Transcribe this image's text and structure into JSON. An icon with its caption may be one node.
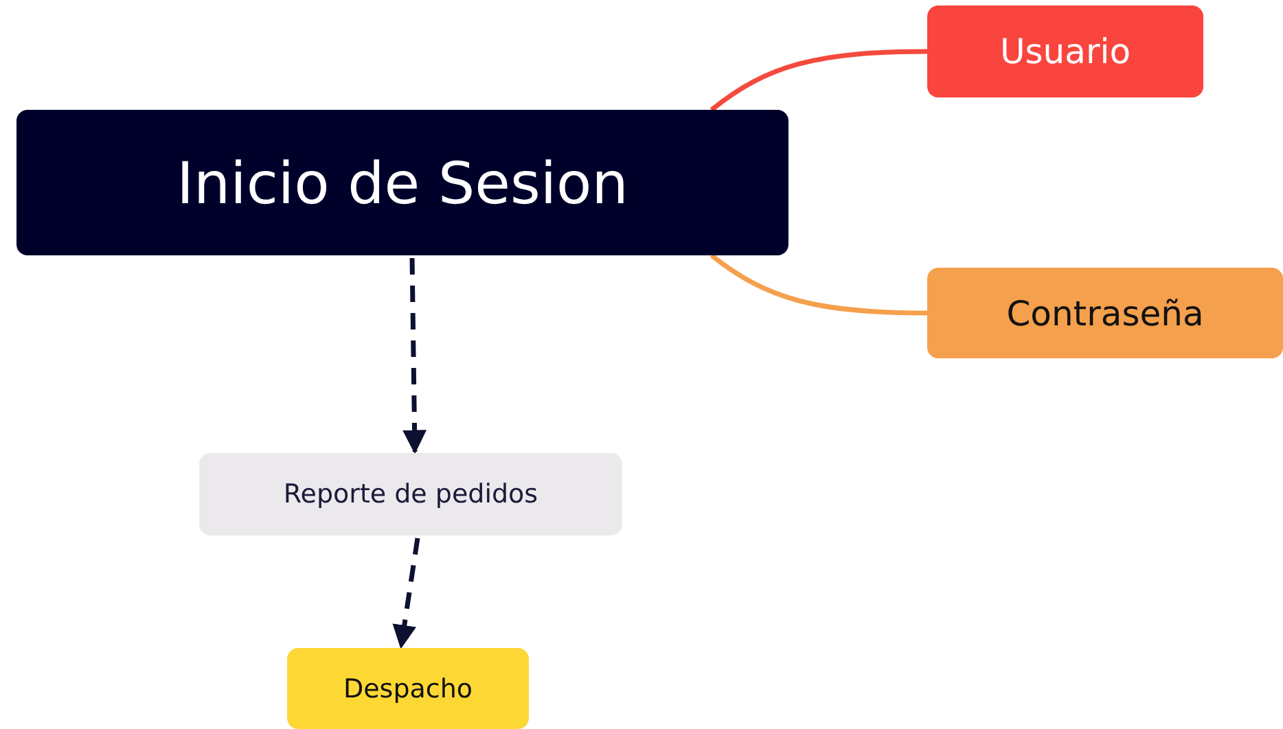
{
  "diagram": {
    "nodes": [
      {
        "text": [
          "Inicio de Sesion"
        ]
      },
      {
        "text": [
          "Usuario"
        ]
      },
      {
        "text": [
          "Contraseña"
        ]
      },
      {
        "text": [
          "Reporte de pedidos"
        ]
      },
      {
        "text": [
          "Despacho"
        ]
      }
    ],
    "edges": [
      {
        "from": 0,
        "to": 1,
        "arrow": "none",
        "color": "#f44a3e"
      },
      {
        "from": 0,
        "to": 2,
        "arrow": "none",
        "color": "#f5a04c"
      },
      {
        "from": 0,
        "to": 3,
        "arrow": "to",
        "style": "dashed"
      },
      {
        "from": 3,
        "to": 4,
        "arrow": "to",
        "style": "dashed"
      }
    ]
  }
}
